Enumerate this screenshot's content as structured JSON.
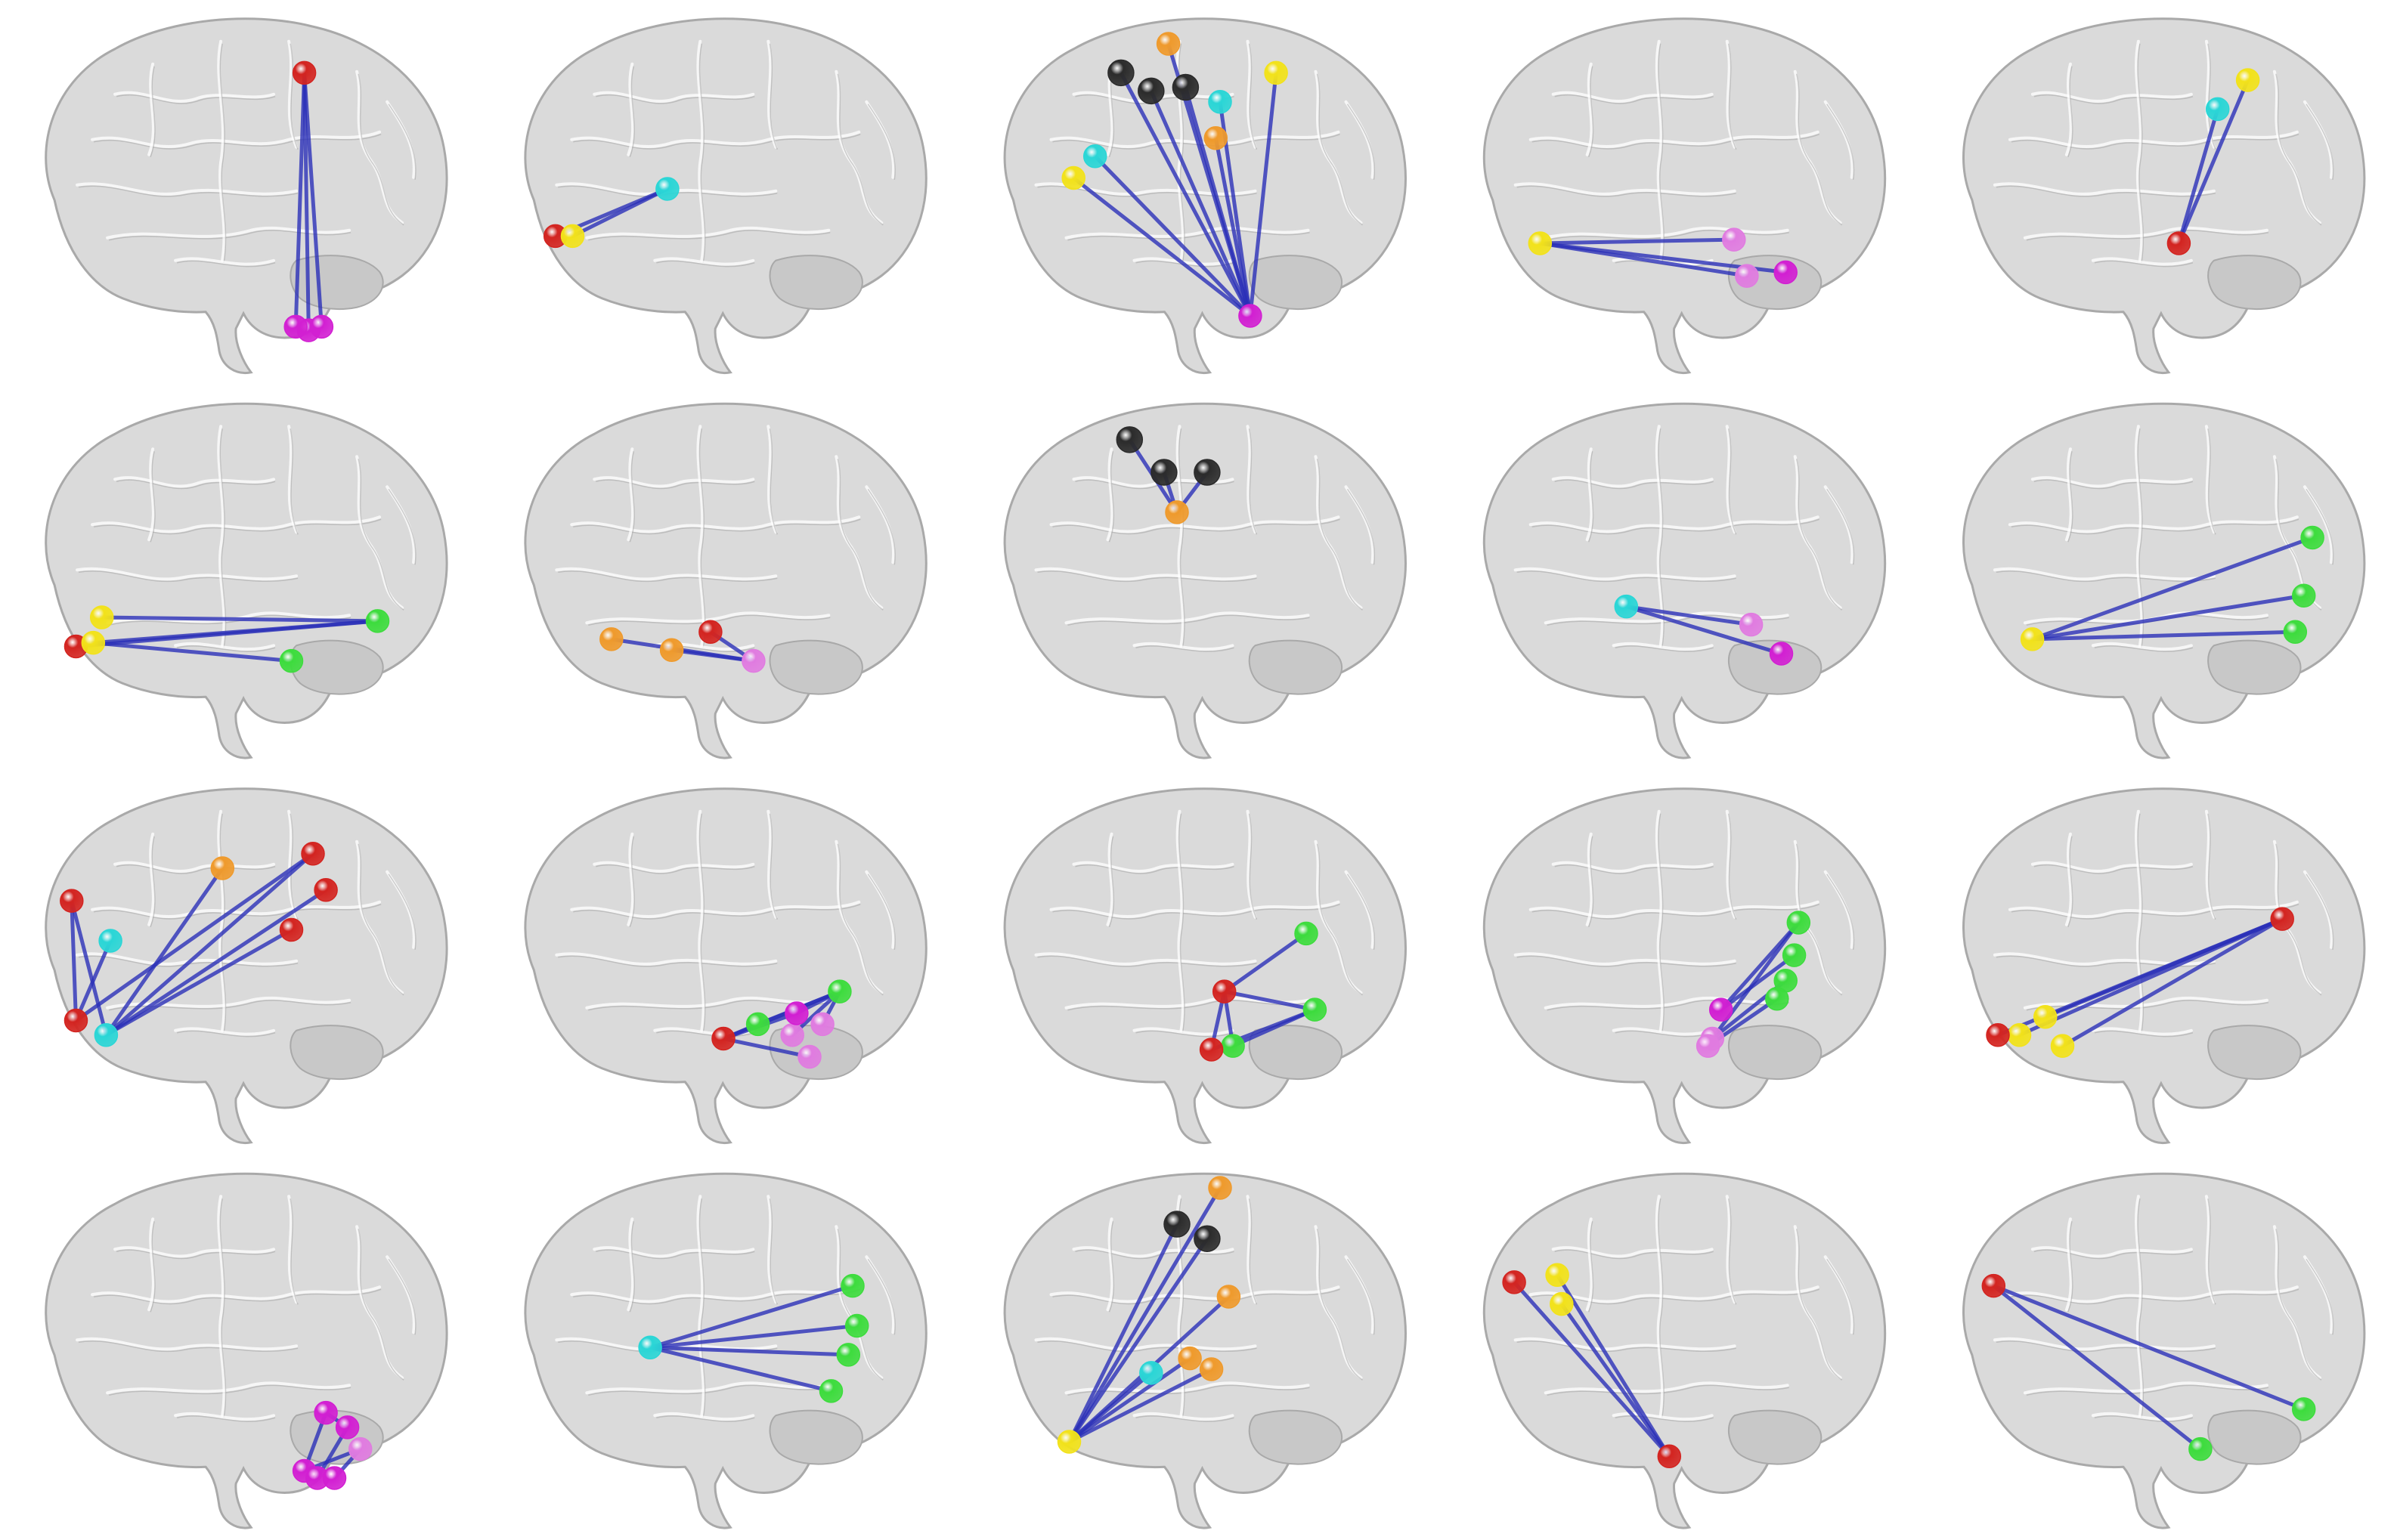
{
  "figure": {
    "layout": {
      "rows": 4,
      "cols": 5
    },
    "colors": {
      "red": "#d32420",
      "yellow": "#f2e21a",
      "cyan": "#2ad6d6",
      "magenta": "#d21fd2",
      "pink": "#e07be0",
      "green": "#3ddc3d",
      "orange": "#ef9a2c",
      "black": "#2b2b2b",
      "line": "#2b2fb8",
      "brain_fill": "#d3d3d3",
      "brain_edge": "#a9a9a9"
    },
    "panels": [
      {
        "id": 1,
        "nodes": [
          [
            "red",
            0.65,
            0.17
          ],
          [
            "magenta",
            0.66,
            0.88
          ],
          [
            "magenta",
            0.63,
            0.87
          ],
          [
            "magenta",
            0.69,
            0.87
          ]
        ],
        "edges": [
          [
            0,
            1
          ],
          [
            0,
            2
          ],
          [
            0,
            3
          ]
        ]
      },
      {
        "id": 2,
        "nodes": [
          [
            "red",
            0.12,
            0.62
          ],
          [
            "yellow",
            0.16,
            0.62
          ],
          [
            "cyan",
            0.38,
            0.49
          ]
        ],
        "edges": [
          [
            0,
            2
          ],
          [
            1,
            2
          ]
        ]
      },
      {
        "id": 3,
        "nodes": [
          [
            "black",
            0.32,
            0.17
          ],
          [
            "black",
            0.39,
            0.22
          ],
          [
            "black",
            0.47,
            0.21
          ],
          [
            "orange",
            0.43,
            0.09
          ],
          [
            "orange",
            0.54,
            0.35
          ],
          [
            "cyan",
            0.55,
            0.25
          ],
          [
            "yellow",
            0.68,
            0.17
          ],
          [
            "cyan",
            0.26,
            0.4
          ],
          [
            "yellow",
            0.21,
            0.46
          ],
          [
            "magenta",
            0.62,
            0.84
          ]
        ],
        "edges": [
          [
            9,
            0
          ],
          [
            9,
            1
          ],
          [
            9,
            2
          ],
          [
            9,
            3
          ],
          [
            9,
            4
          ],
          [
            9,
            5
          ],
          [
            9,
            6
          ],
          [
            9,
            7
          ],
          [
            9,
            8
          ]
        ]
      },
      {
        "id": 4,
        "nodes": [
          [
            "yellow",
            0.18,
            0.64
          ],
          [
            "pink",
            0.63,
            0.63
          ],
          [
            "pink",
            0.66,
            0.73
          ],
          [
            "magenta",
            0.75,
            0.72
          ]
        ],
        "edges": [
          [
            0,
            1
          ],
          [
            0,
            2
          ],
          [
            0,
            3
          ]
        ]
      },
      {
        "id": 5,
        "nodes": [
          [
            "yellow",
            0.71,
            0.19
          ],
          [
            "cyan",
            0.64,
            0.27
          ],
          [
            "red",
            0.55,
            0.64
          ]
        ],
        "edges": [
          [
            2,
            0
          ],
          [
            2,
            1
          ]
        ]
      },
      {
        "id": 6,
        "nodes": [
          [
            "red",
            0.12,
            0.69
          ],
          [
            "yellow",
            0.16,
            0.68
          ],
          [
            "yellow",
            0.18,
            0.61
          ],
          [
            "green",
            0.82,
            0.62
          ],
          [
            "green",
            0.62,
            0.73
          ]
        ],
        "edges": [
          [
            0,
            3
          ],
          [
            1,
            3
          ],
          [
            2,
            3
          ],
          [
            1,
            4
          ]
        ]
      },
      {
        "id": 7,
        "nodes": [
          [
            "orange",
            0.25,
            0.67
          ],
          [
            "orange",
            0.39,
            0.7
          ],
          [
            "red",
            0.48,
            0.65
          ],
          [
            "pink",
            0.58,
            0.73
          ]
        ],
        "edges": [
          [
            0,
            3
          ],
          [
            1,
            3
          ],
          [
            2,
            3
          ]
        ]
      },
      {
        "id": 8,
        "nodes": [
          [
            "black",
            0.34,
            0.12
          ],
          [
            "black",
            0.42,
            0.21
          ],
          [
            "black",
            0.52,
            0.21
          ],
          [
            "orange",
            0.45,
            0.32
          ]
        ],
        "edges": [
          [
            3,
            0
          ],
          [
            3,
            1
          ],
          [
            3,
            2
          ]
        ]
      },
      {
        "id": 9,
        "nodes": [
          [
            "cyan",
            0.38,
            0.58
          ],
          [
            "pink",
            0.67,
            0.63
          ],
          [
            "magenta",
            0.74,
            0.71
          ]
        ],
        "edges": [
          [
            0,
            1
          ],
          [
            0,
            2
          ]
        ]
      },
      {
        "id": 10,
        "nodes": [
          [
            "yellow",
            0.21,
            0.67
          ],
          [
            "green",
            0.86,
            0.39
          ],
          [
            "green",
            0.84,
            0.55
          ],
          [
            "green",
            0.82,
            0.65
          ]
        ],
        "edges": [
          [
            0,
            1
          ],
          [
            0,
            2
          ],
          [
            0,
            3
          ]
        ]
      },
      {
        "id": 11,
        "nodes": [
          [
            "red",
            0.11,
            0.33
          ],
          [
            "cyan",
            0.2,
            0.44
          ],
          [
            "orange",
            0.46,
            0.24
          ],
          [
            "red",
            0.67,
            0.2
          ],
          [
            "red",
            0.7,
            0.3
          ],
          [
            "red",
            0.62,
            0.41
          ],
          [
            "red",
            0.12,
            0.66
          ],
          [
            "cyan",
            0.19,
            0.7
          ]
        ],
        "edges": [
          [
            6,
            0
          ],
          [
            6,
            1
          ],
          [
            7,
            2
          ],
          [
            7,
            3
          ],
          [
            7,
            4
          ],
          [
            7,
            5
          ],
          [
            6,
            3
          ],
          [
            7,
            0
          ]
        ]
      },
      {
        "id": 12,
        "nodes": [
          [
            "red",
            0.51,
            0.71
          ],
          [
            "green",
            0.59,
            0.67
          ],
          [
            "pink",
            0.67,
            0.7
          ],
          [
            "magenta",
            0.68,
            0.64
          ],
          [
            "green",
            0.78,
            0.58
          ],
          [
            "pink",
            0.71,
            0.76
          ],
          [
            "pink",
            0.74,
            0.67
          ]
        ],
        "edges": [
          [
            0,
            1
          ],
          [
            0,
            3
          ],
          [
            0,
            4
          ],
          [
            1,
            4
          ],
          [
            2,
            4
          ],
          [
            3,
            4
          ],
          [
            0,
            5
          ],
          [
            6,
            4
          ]
        ]
      },
      {
        "id": 13,
        "nodes": [
          [
            "green",
            0.75,
            0.42
          ],
          [
            "red",
            0.56,
            0.58
          ],
          [
            "green",
            0.77,
            0.63
          ],
          [
            "green",
            0.58,
            0.73
          ],
          [
            "red",
            0.53,
            0.74
          ]
        ],
        "edges": [
          [
            1,
            0
          ],
          [
            1,
            2
          ],
          [
            1,
            3
          ],
          [
            4,
            2
          ],
          [
            4,
            1
          ],
          [
            3,
            2
          ]
        ]
      },
      {
        "id": 14,
        "nodes": [
          [
            "green",
            0.78,
            0.39
          ],
          [
            "green",
            0.77,
            0.48
          ],
          [
            "green",
            0.75,
            0.55
          ],
          [
            "green",
            0.73,
            0.6
          ],
          [
            "magenta",
            0.6,
            0.63
          ],
          [
            "pink",
            0.58,
            0.71
          ],
          [
            "pink",
            0.57,
            0.73
          ]
        ],
        "edges": [
          [
            4,
            0
          ],
          [
            4,
            1
          ],
          [
            5,
            2
          ],
          [
            6,
            3
          ],
          [
            5,
            0
          ]
        ]
      },
      {
        "id": 15,
        "nodes": [
          [
            "red",
            0.79,
            0.38
          ],
          [
            "yellow",
            0.24,
            0.65
          ],
          [
            "yellow",
            0.18,
            0.7
          ],
          [
            "red",
            0.13,
            0.7
          ],
          [
            "yellow",
            0.28,
            0.73
          ]
        ],
        "edges": [
          [
            0,
            1
          ],
          [
            0,
            2
          ],
          [
            0,
            3
          ],
          [
            0,
            4
          ]
        ]
      },
      {
        "id": 16,
        "nodes": [
          [
            "magenta",
            0.7,
            0.68
          ],
          [
            "magenta",
            0.75,
            0.72
          ],
          [
            "pink",
            0.78,
            0.78
          ],
          [
            "magenta",
            0.65,
            0.84
          ],
          [
            "magenta",
            0.68,
            0.86
          ],
          [
            "magenta",
            0.72,
            0.86
          ]
        ],
        "edges": [
          [
            3,
            0
          ],
          [
            4,
            1
          ],
          [
            5,
            2
          ],
          [
            0,
            1
          ],
          [
            3,
            2
          ]
        ]
      },
      {
        "id": 17,
        "nodes": [
          [
            "cyan",
            0.34,
            0.5
          ],
          [
            "green",
            0.81,
            0.33
          ],
          [
            "green",
            0.82,
            0.44
          ],
          [
            "green",
            0.8,
            0.52
          ],
          [
            "green",
            0.76,
            0.62
          ]
        ],
        "edges": [
          [
            0,
            1
          ],
          [
            0,
            2
          ],
          [
            0,
            3
          ],
          [
            0,
            4
          ]
        ]
      },
      {
        "id": 18,
        "nodes": [
          [
            "orange",
            0.55,
            0.06
          ],
          [
            "black",
            0.45,
            0.16
          ],
          [
            "black",
            0.52,
            0.2
          ],
          [
            "orange",
            0.57,
            0.36
          ],
          [
            "orange",
            0.48,
            0.53
          ],
          [
            "orange",
            0.53,
            0.56
          ],
          [
            "cyan",
            0.39,
            0.57
          ],
          [
            "yellow",
            0.2,
            0.76
          ]
        ],
        "edges": [
          [
            7,
            0
          ],
          [
            7,
            1
          ],
          [
            7,
            2
          ],
          [
            7,
            3
          ],
          [
            7,
            4
          ],
          [
            7,
            5
          ],
          [
            7,
            6
          ]
        ]
      },
      {
        "id": 19,
        "nodes": [
          [
            "red",
            0.12,
            0.32
          ],
          [
            "yellow",
            0.22,
            0.3
          ],
          [
            "yellow",
            0.23,
            0.38
          ],
          [
            "red",
            0.48,
            0.8
          ]
        ],
        "edges": [
          [
            0,
            3
          ],
          [
            1,
            3
          ],
          [
            2,
            3
          ]
        ]
      },
      {
        "id": 20,
        "nodes": [
          [
            "red",
            0.12,
            0.33
          ],
          [
            "green",
            0.6,
            0.78
          ],
          [
            "green",
            0.84,
            0.67
          ]
        ],
        "edges": [
          [
            0,
            1
          ],
          [
            0,
            2
          ]
        ]
      }
    ]
  }
}
